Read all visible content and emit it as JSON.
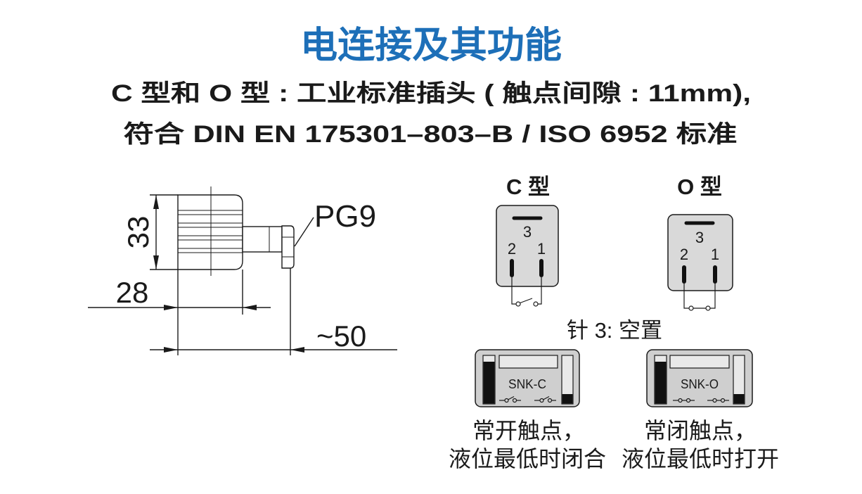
{
  "title": "电连接及其功能",
  "subtitle": {
    "line1": "C 型和 O 型 : 工业标准插头 ( 触点间隙 : 11mm),",
    "line2": "符合 DIN EN 175301–803–B / ISO 6952 标准"
  },
  "drawing": {
    "dim_height": "33",
    "dim_body": "28",
    "dim_total": "~50",
    "thread_label": "PG9"
  },
  "connectors": [
    {
      "label": "C 型",
      "pin_top": "3",
      "pin_left": "2",
      "pin_right": "1",
      "switch_icon": "normally-open-contact-icon"
    },
    {
      "label": "O 型",
      "pin_top": "3",
      "pin_left": "2",
      "pin_right": "1",
      "switch_icon": "normally-closed-contact-icon"
    }
  ],
  "pin_note": "针 3: 空置",
  "modules": [
    {
      "label": "SNK-C",
      "caption_line1": "常开触点，",
      "caption_line2": "液位最低时闭合",
      "contact_icon": "normally-open-contact-icon"
    },
    {
      "label": "SNK-O",
      "caption_line1": "常闭触点，",
      "caption_line2": "液位最低时打开",
      "contact_icon": "normally-closed-contact-icon"
    }
  ],
  "colors": {
    "title": "#1d6fb8",
    "ink": "#1a1a1a",
    "connector_fill": "#d9d9d9",
    "module_fill": "#cfcfcf"
  }
}
